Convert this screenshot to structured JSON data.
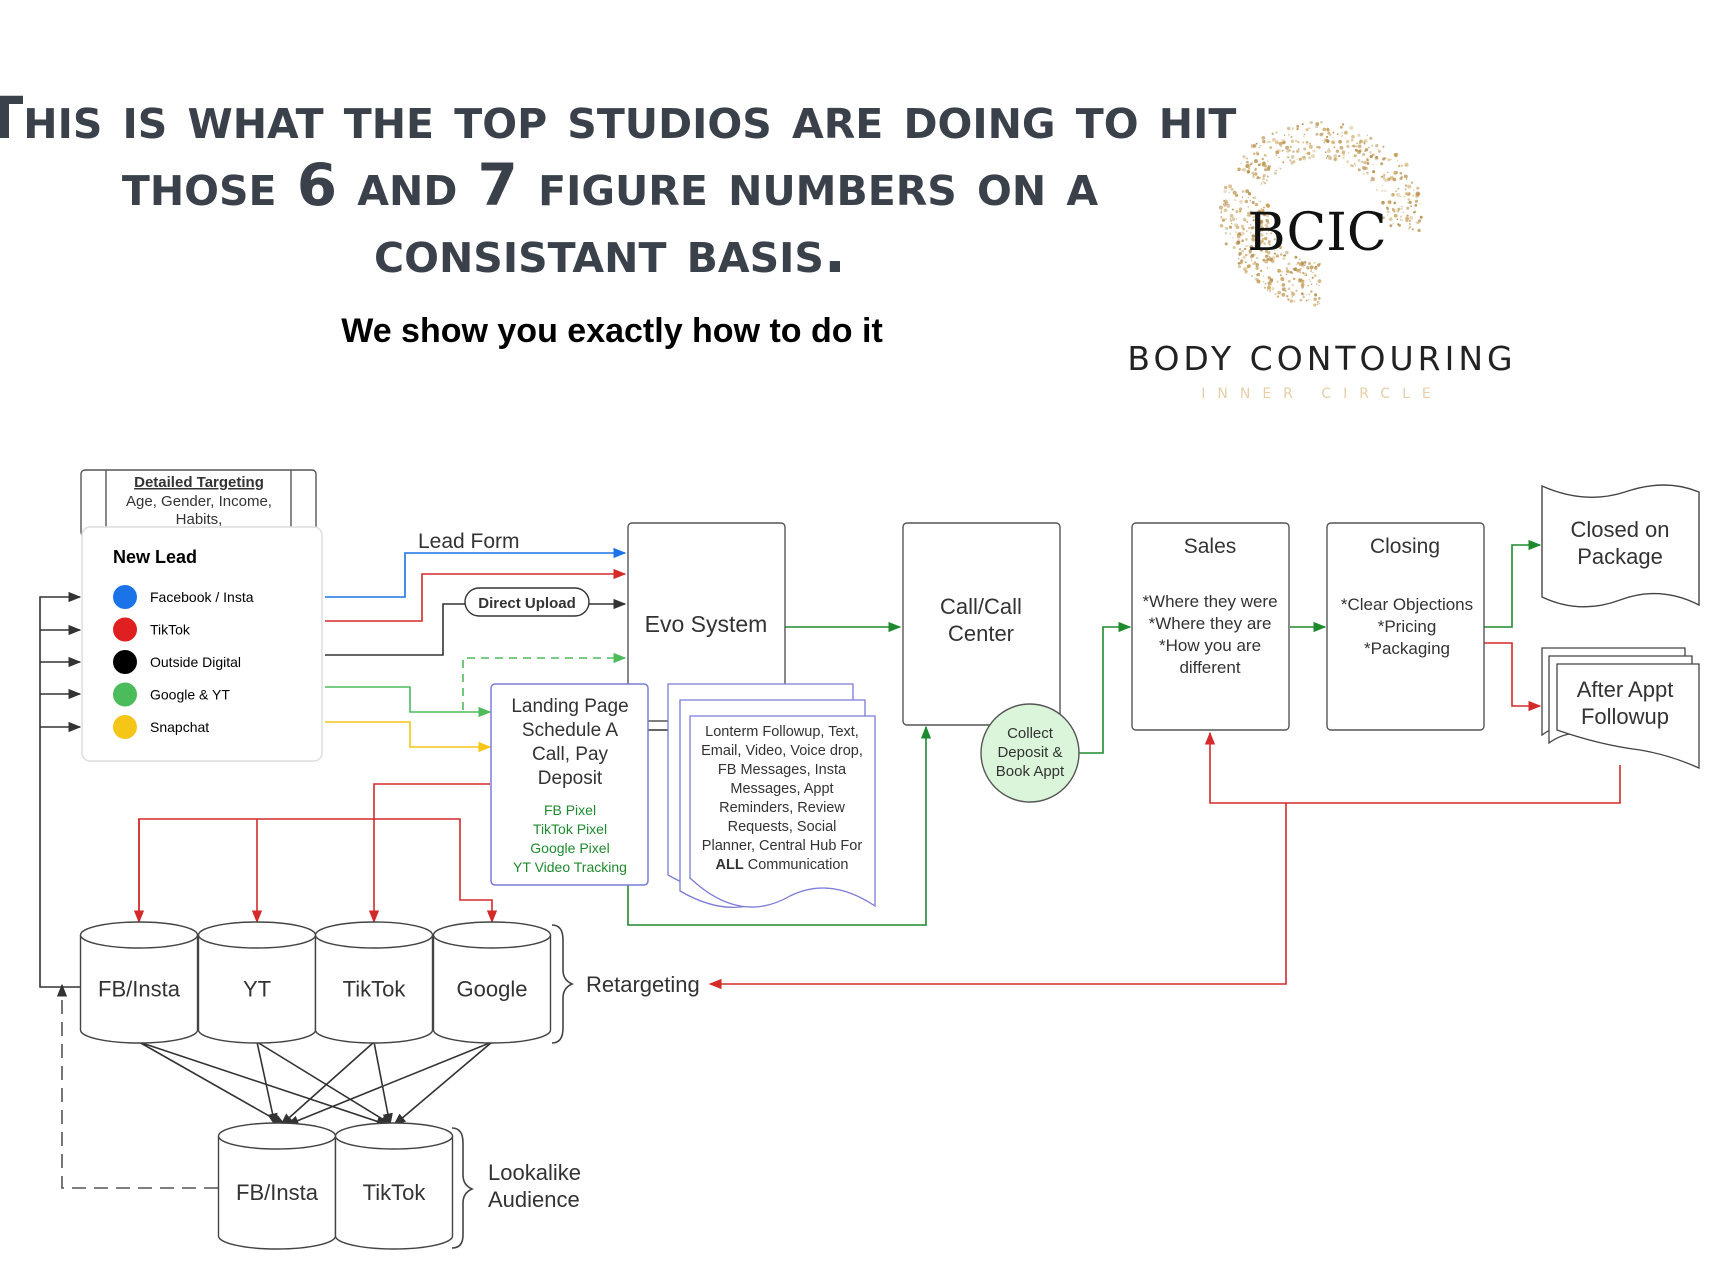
{
  "header": {
    "title_lines": [
      "This is what the top studios are doing to hit",
      "those 6 and 7 figure numbers on a",
      "consistant basis."
    ],
    "subtitle": "We show you exactly how to do it"
  },
  "logo": {
    "monogram": "BCIC",
    "name": "BODY CONTOURING",
    "tagline": "INNER CIRCLE"
  },
  "targeting": {
    "title": "Detailed Targeting",
    "lines": [
      "Age, Gender, Income,",
      "Habits,"
    ]
  },
  "new_lead": {
    "title": "New Lead",
    "sources": [
      {
        "label": "Facebook / Insta",
        "color": "#1a73e8"
      },
      {
        "label": "TikTok",
        "color": "#e02020"
      },
      {
        "label": "Outside Digital",
        "color": "#000000"
      },
      {
        "label": "Google & YT",
        "color": "#4cbb5c"
      },
      {
        "label": "Snapchat",
        "color": "#f5c518"
      }
    ]
  },
  "labels": {
    "lead_form": "Lead Form",
    "direct_upload": "Direct Upload",
    "retargeting": "Retargeting",
    "lookalike": [
      "Lookalike",
      "Audience"
    ]
  },
  "evo_system": "Evo System",
  "landing_page": {
    "lines": [
      "Landing Page",
      "Schedule A",
      "Call, Pay",
      "Deposit"
    ],
    "pixels": [
      "FB Pixel",
      "TikTok Pixel",
      "Google Pixel",
      "YT Video Tracking"
    ]
  },
  "followup_doc": {
    "lines": [
      "Lonterm Followup, Text,",
      "Email, Video, Voice drop,",
      "FB Messages, Insta",
      "Messages, Appt",
      "Reminders, Review",
      "Requests, Social",
      "Planner, Central Hub For"
    ],
    "last_bold": "ALL",
    "last_rest": " Communication"
  },
  "call_center": [
    "Call/Call",
    "Center"
  ],
  "collect": [
    "Collect",
    "Deposit &",
    "Book Appt"
  ],
  "sales": {
    "title": "Sales",
    "lines": [
      "*Where they were",
      "*Where they are",
      "*How you are",
      "different"
    ]
  },
  "closing": {
    "title": "Closing",
    "lines": [
      "*Clear Objections",
      "*Pricing",
      "*Packaging"
    ]
  },
  "closed": [
    "Closed on",
    "Package"
  ],
  "after_appt": [
    "After Appt",
    "Followup"
  ],
  "retarget_dbs": [
    "FB/Insta",
    "YT",
    "TikTok",
    "Google"
  ],
  "lookalike_dbs": [
    "FB/Insta",
    "TikTok"
  ],
  "colors": {
    "blue": "#1a73e8",
    "red": "#d42a2a",
    "green": "#1e8a2e",
    "dark": "#333333",
    "yellow": "#f5c518",
    "light_green": "#4cbb5c",
    "landing_border": "#7b7bd8",
    "pixel_text": "#1e8a2e",
    "collect_fill": "#daf5da"
  }
}
